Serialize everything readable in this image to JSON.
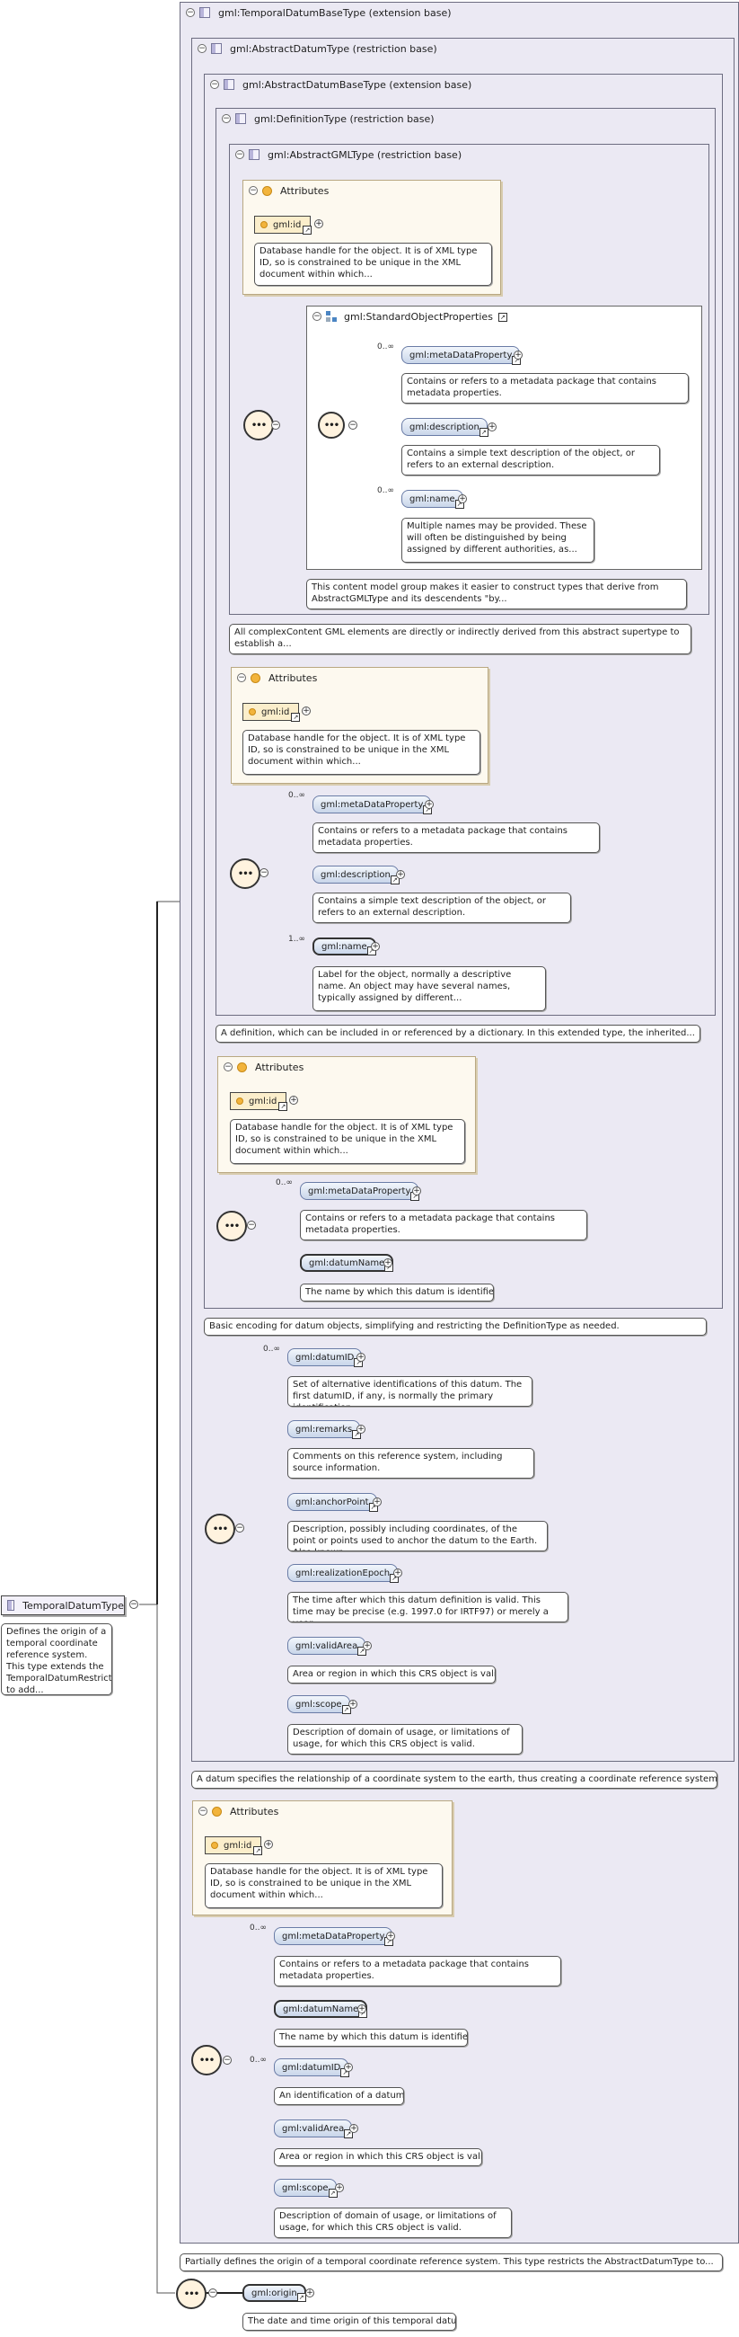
{
  "root": {
    "label": "TemporalDatumType",
    "note": "Defines the origin of a temporal coordinate reference system. This type extends the TemporalDatumRestrictionType to add..."
  },
  "box1": {
    "title": "gml:TemporalDatumBaseType (extension base)",
    "note": "Partially defines the origin of a temporal coordinate reference system. This type restricts the AbstractDatumType to..."
  },
  "box2": {
    "title": "gml:AbstractDatumType (restriction base)",
    "note": "A datum specifies the relationship of a coordinate system to the earth, thus creating a coordinate reference system. A..."
  },
  "box3": {
    "title": "gml:AbstractDatumBaseType (extension base)",
    "note": "Basic encoding for datum objects, simplifying and restricting the DefinitionType as needed."
  },
  "box4": {
    "title": "gml:DefinitionType (restriction base)",
    "note": "A definition, which can be included in or referenced by a dictionary. In this extended type, the inherited..."
  },
  "box5": {
    "title": "gml:AbstractGMLType (restriction base)",
    "note": "All complexContent GML elements are directly or indirectly derived from this abstract supertype to establish a..."
  },
  "attributes_label": "Attributes",
  "gml_id": "gml:id",
  "gml_id_note": "Database handle for the object. It is of XML type ID, so is constrained to be unique in the XML document within which...",
  "sop": {
    "title": "gml:StandardObjectProperties",
    "note": "This content model group makes it easier to construct types that derive from AbstractGMLType and its descendents \"by..."
  },
  "card_many": "0..∞",
  "card_one_many": "1..∞",
  "el": {
    "metaDataProperty": "gml:metaDataProperty",
    "description": "gml:description",
    "name": "gml:name",
    "datumName": "gml:datumName",
    "datumID": "gml:datumID",
    "remarks": "gml:remarks",
    "anchorPoint": "gml:anchorPoint",
    "realizationEpoch": "gml:realizationEpoch",
    "validArea": "gml:validArea",
    "scope": "gml:scope",
    "origin": "gml:origin"
  },
  "notes": {
    "metaDataProperty": "Contains or refers to a metadata package that contains metadata properties.",
    "description": "Contains a simple text description of the object, or refers to an external description.",
    "name_multi": "Multiple names may be provided. These will often be distinguished by being assigned by different authorities, as...",
    "name_label": "Label for the object, normally a descriptive name. An object may have several names, typically assigned by different...",
    "datumName": "The name by which this datum is identified.",
    "datumID_set": "Set of alternative identifications of this datum. The first datumID, if any, is normally the primary identification...",
    "remarks": "Comments on this reference system, including source information.",
    "anchorPoint": "Description, possibly including coordinates, of the point or points used to anchor the datum to the Earth. Also known...",
    "realizationEpoch": "The time after which this datum definition is valid. This time may be precise (e.g. 1997.0 for IRTF97) or merely a year...",
    "validArea": "Area or region in which this CRS object is valid.",
    "scope": "Description of domain of usage, or limitations of usage, for which this CRS object is valid.",
    "datumID_one": "An identification of a datum.",
    "origin": "The date and time origin of this temporal datum."
  }
}
